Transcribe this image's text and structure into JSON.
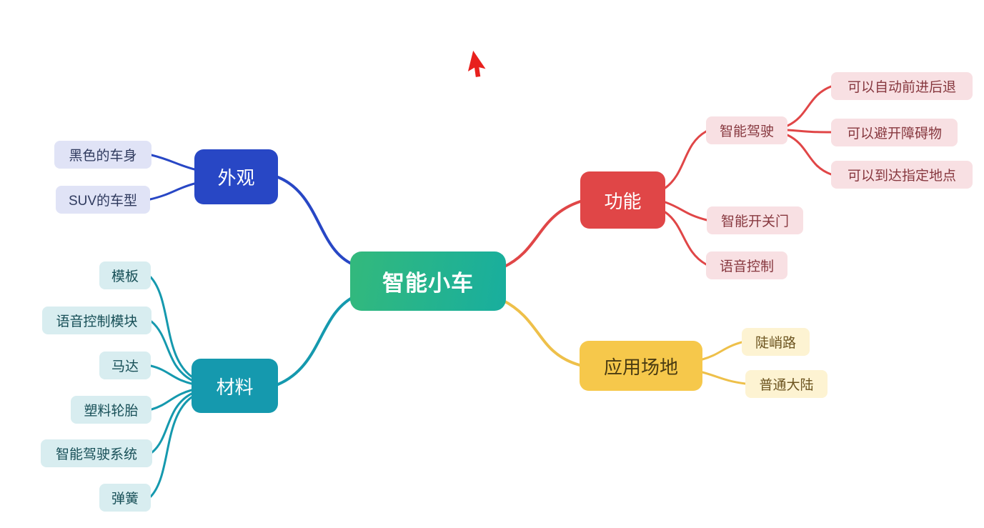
{
  "root": {
    "label": "智能小车"
  },
  "branches": {
    "appearance": {
      "label": "外观",
      "color": "#2847c5",
      "children": [
        {
          "label": "黑色的车身"
        },
        {
          "label": "SUV的车型"
        }
      ]
    },
    "materials": {
      "label": "材料",
      "color": "#1599ae",
      "children": [
        {
          "label": "模板"
        },
        {
          "label": "语音控制模块"
        },
        {
          "label": "马达"
        },
        {
          "label": "塑料轮胎"
        },
        {
          "label": "智能驾驶系统"
        },
        {
          "label": "弹簧"
        }
      ]
    },
    "functions": {
      "label": "功能",
      "color": "#e04647",
      "children": [
        {
          "label": "智能驾驶",
          "children": [
            {
              "label": "可以自动前进后退"
            },
            {
              "label": "可以避开障碍物"
            },
            {
              "label": "可以到达指定地点"
            }
          ]
        },
        {
          "label": "智能开关门"
        },
        {
          "label": "语音控制"
        }
      ]
    },
    "application": {
      "label": "应用场地",
      "color": "#f6c84b",
      "children": [
        {
          "label": "陡峭路"
        },
        {
          "label": "普通大陆"
        }
      ]
    }
  },
  "colors": {
    "root_gradient_start": "#33b97c",
    "root_gradient_end": "#18ae9e",
    "leaf_lavender": "#e0e3f6",
    "leaf_teal": "#d8edf0",
    "leaf_pink": "#f8e0e3",
    "leaf_yellow": "#fdf3d2",
    "cursor_red": "#e8201d"
  },
  "icons": {
    "cursor": "red-mouse-pointer"
  }
}
